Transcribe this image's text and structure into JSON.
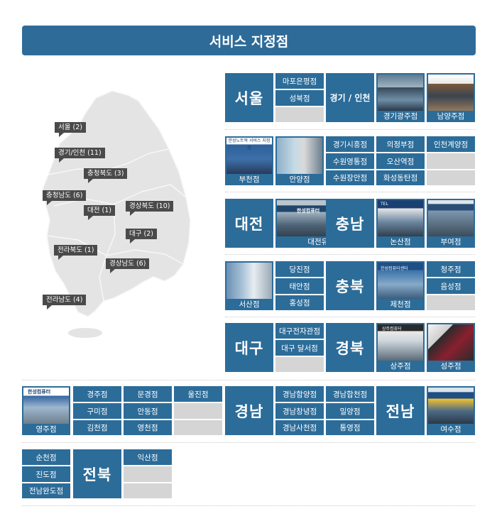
{
  "header": {
    "title": "서비스 지정점"
  },
  "map": {
    "labels": [
      "서울 (2)",
      "경기/인천 (11)",
      "충청북도 (3)",
      "충청남도 (6)",
      "대전 (1)",
      "경상북도 (10)",
      "대구 (2)",
      "전라북도 (1)",
      "경상남도 (6)",
      "전라남도 (4)"
    ]
  },
  "regions": {
    "seoul": "서울",
    "gyeonggi": "경기 / 인천",
    "daejeon": "대전",
    "chungnam": "충남",
    "chungbuk": "충북",
    "daegu": "대구",
    "gyeongbuk": "경북",
    "gyeongnam": "경남",
    "jeonnam": "전남",
    "jeonbuk": "전북"
  },
  "stores": {
    "mapo": "마포은평점",
    "seongbuk": "성북점",
    "gwangju_gg": "경기광주점",
    "namyangju": "남양주점",
    "bucheon": "부천점",
    "anyang": "안양점",
    "siheung": "경기시흥점",
    "yeongtong": "수원영통점",
    "jangan": "수원장안점",
    "uijeongbu": "의정부점",
    "osan": "오산역점",
    "hwaseong": "화성동탄점",
    "gyeyang": "인천계양점",
    "yuseong": "대전유성점",
    "nonsan": "논산점",
    "buyeo": "부여점",
    "seosan": "서산점",
    "dangjin": "당진점",
    "taean": "태안점",
    "hongseong": "홍성점",
    "jecheon": "제천점",
    "cheongju": "청주점",
    "eumseong": "음성점",
    "daegu_elec": "대구전자관점",
    "dalseo": "대구 달서점",
    "sangju": "상주점",
    "seongju": "성주점",
    "yeongju": "영주점",
    "gyeongju": "경주점",
    "gumi": "구미점",
    "gimcheon": "김천점",
    "mungyeong": "문경점",
    "andong": "안동점",
    "yeongcheon": "영천점",
    "uljin": "울진점",
    "haman": "경남함양점",
    "changnyeong": "경남창녕점",
    "sacheon": "경남사천점",
    "hapcheon": "경남합천점",
    "miryang": "밀양점",
    "tongyeong": "통영점",
    "yeosu": "여수점",
    "suncheon": "순천점",
    "jindo": "진도점",
    "wando": "전남완도점",
    "iksan": "익산점"
  },
  "photo_signs": {
    "bucheon": "한성노트북 서비스 지정점",
    "yuseong": "한성컴퓨터",
    "jecheon": "한성컴퓨터센터",
    "sangju": "상주컴퓨터",
    "yeongju": "한성컴퓨터",
    "nonsan": "TEL"
  },
  "colors": {
    "accent": "#2c6c99",
    "header": "#2f6b99",
    "empty": "#d5d5d5",
    "map": "#e4e4e4",
    "label": "#4a4a4a"
  }
}
